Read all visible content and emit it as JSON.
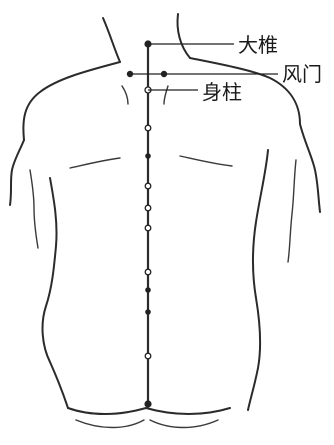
{
  "labels": {
    "dazhui": "大椎",
    "fengmen": "风门",
    "shenzhu": "身柱"
  },
  "colors": {
    "line": "#2b2b2b",
    "text": "#1a1a1a",
    "point_fill": "#ffffff"
  }
}
